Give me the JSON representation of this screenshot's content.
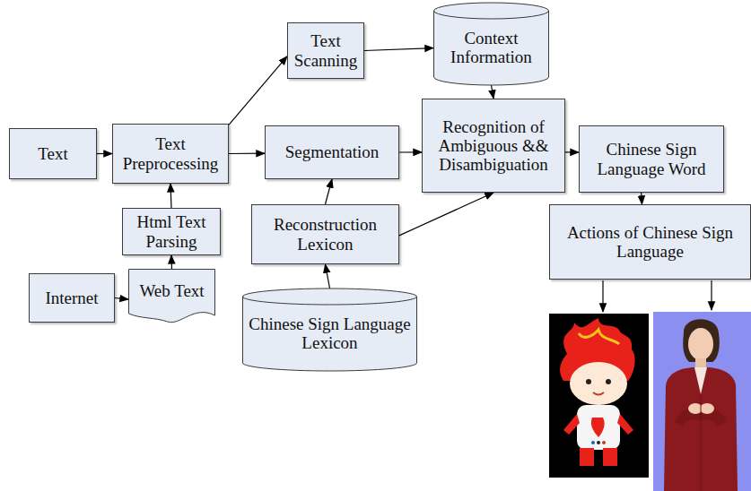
{
  "diagram": {
    "nodes": [
      {
        "text": [
          "Text"
        ]
      },
      {
        "text": [
          "Text Preprocessing"
        ]
      },
      {
        "text": [
          "Text Scanning"
        ]
      },
      {
        "text": [
          "Context Information"
        ]
      },
      {
        "text": [
          "Segmentation"
        ]
      },
      {
        "text": [
          "Recognition of Ambiguous && Disambiguation"
        ]
      },
      {
        "text": [
          "Chinese Sign Language Word"
        ]
      },
      {
        "text": [
          "Html Text Parsing"
        ]
      },
      {
        "text": [
          "Reconstruction Lexicon"
        ]
      },
      {
        "text": [
          "Actions of Chinese Sign Language"
        ]
      },
      {
        "text": [
          "Internet"
        ]
      },
      {
        "text": [
          "Web Text"
        ]
      },
      {
        "text": [
          "Chinese Sign Language Lexicon"
        ]
      }
    ],
    "edges": [
      {
        "from": 0,
        "to": 1,
        "arrow": "to"
      },
      {
        "from": 1,
        "to": 2,
        "arrow": "to"
      },
      {
        "from": 1,
        "to": 4,
        "arrow": "to"
      },
      {
        "from": 2,
        "to": 3,
        "arrow": "to"
      },
      {
        "from": 3,
        "to": 5,
        "arrow": "to"
      },
      {
        "from": 4,
        "to": 5,
        "arrow": "to"
      },
      {
        "from": 5,
        "to": 6,
        "arrow": "to"
      },
      {
        "from": 6,
        "to": 9,
        "arrow": "to"
      },
      {
        "from": 7,
        "to": 1,
        "arrow": "to"
      },
      {
        "from": 8,
        "to": 4,
        "arrow": "to"
      },
      {
        "from": 8,
        "to": 5,
        "arrow": "to"
      },
      {
        "from": 10,
        "to": 11,
        "arrow": "to"
      },
      {
        "from": 11,
        "to": 7,
        "arrow": "to"
      },
      {
        "from": 12,
        "to": 8,
        "arrow": "to"
      }
    ]
  }
}
